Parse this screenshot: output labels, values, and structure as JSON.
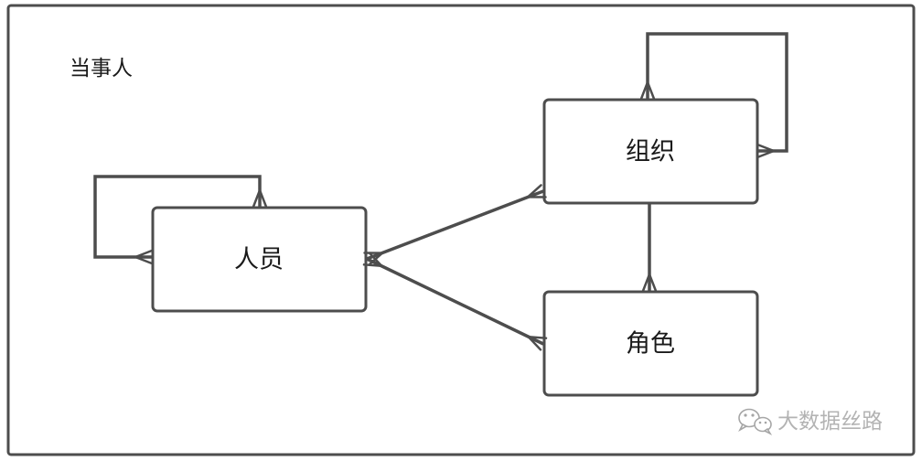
{
  "container": {
    "label": "当事人"
  },
  "entities": {
    "person": {
      "label": "人员"
    },
    "organization": {
      "label": "组织"
    },
    "role": {
      "label": "角色"
    }
  },
  "watermark": {
    "text": "大数据丝路",
    "icon": "wechat-icon"
  },
  "colors": {
    "stroke": "#4d4d4d",
    "text": "#1a1a1a",
    "watermark": "#b3b3b3",
    "background": "#ffffff"
  }
}
